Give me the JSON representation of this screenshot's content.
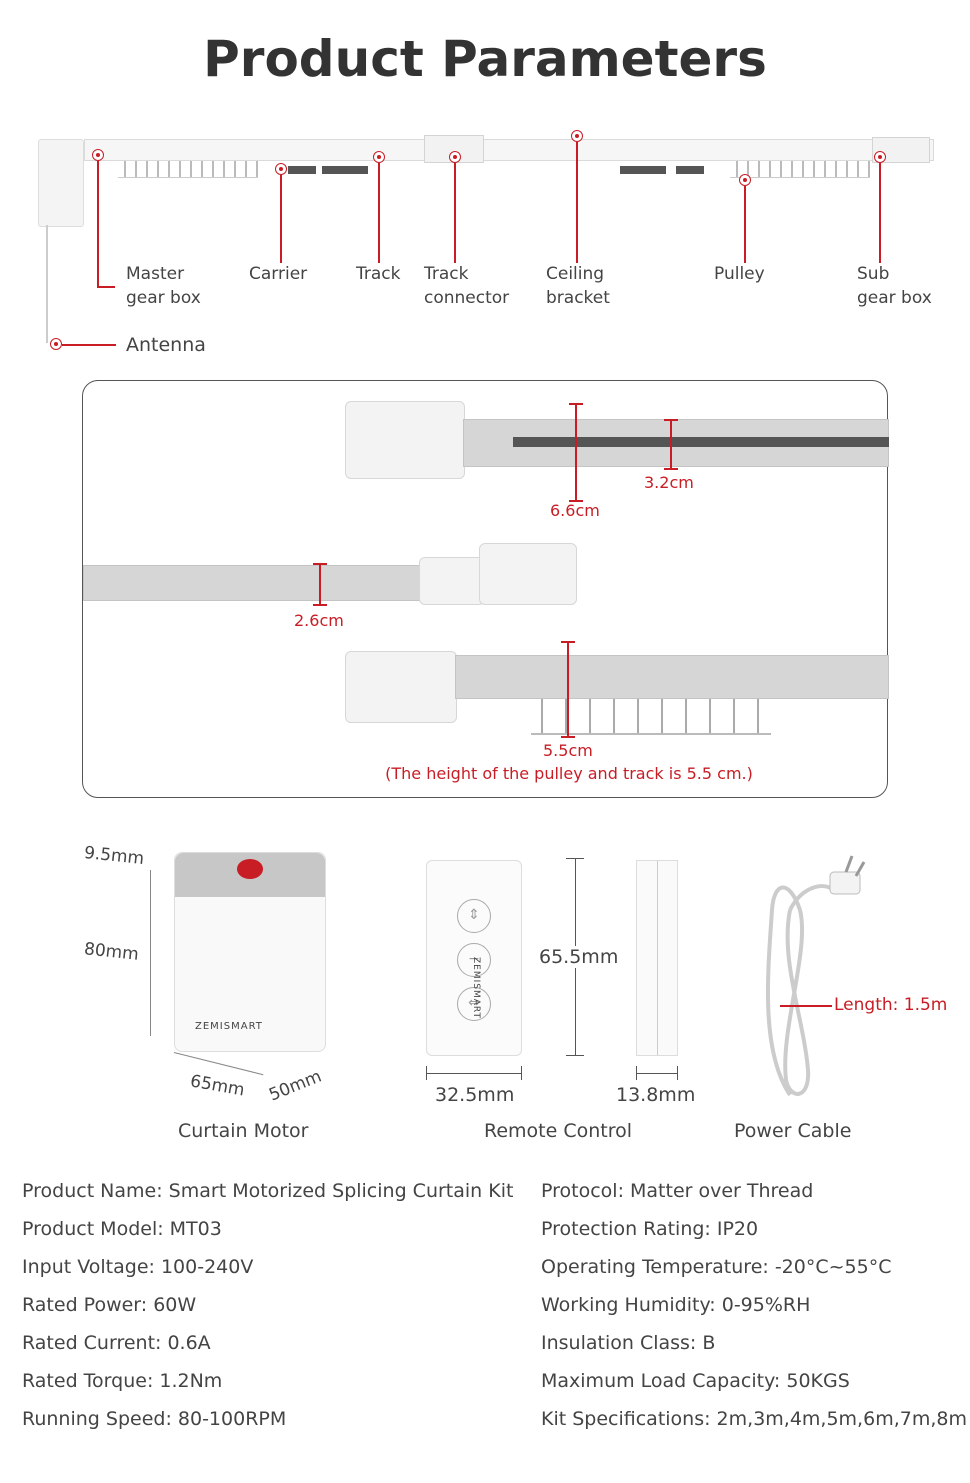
{
  "title": "Product Parameters",
  "components": {
    "master_gear_box": [
      "Master",
      "gear box"
    ],
    "carrier": "Carrier",
    "track": "Track",
    "track_connector": [
      "Track",
      "connector"
    ],
    "ceiling_bracket": [
      "Ceiling",
      "bracket"
    ],
    "pulley": "Pulley",
    "sub_gear_box": [
      "Sub",
      "gear box"
    ],
    "antenna": "Antenna"
  },
  "dimensions": {
    "d1": "6.6cm",
    "d2": "3.2cm",
    "d3": "2.6cm",
    "d4": "5.5cm",
    "note": "(The height of the pulley and track is 5.5 cm.)"
  },
  "products": {
    "motor": {
      "caption": "Curtain Motor",
      "top": "9.5mm",
      "height": "80mm",
      "width": "65mm",
      "depth": "50mm",
      "brand": "ZEMISMART"
    },
    "remote": {
      "caption": "Remote Control",
      "height": "65.5mm",
      "width": "32.5mm",
      "thickness": "13.8mm",
      "brand": "ZEMISMART"
    },
    "cable": {
      "caption": "Power Cable",
      "length": "Length: 1.5m"
    }
  },
  "specs_left": [
    "Product Name: Smart Motorized Splicing Curtain Kit",
    "Product Model: MT03",
    "Input Voltage: 100-240V",
    "Rated Power: 60W",
    "Rated Current: 0.6A",
    "Rated Torque: 1.2Nm",
    "Running Speed: 80-100RPM"
  ],
  "specs_right": [
    "Protocol: Matter over Thread",
    "Protection Rating: IP20",
    "Operating Temperature: -20°C~55°C",
    "Working Humidity: 0-95%RH",
    "Insulation Class: B",
    "Maximum Load Capacity: 50KGS",
    "Kit Specifications: 2m,3m,4m,5m,6m,7m,8m"
  ],
  "colors": {
    "accent": "#c81d25",
    "text": "#444444",
    "title": "#333333"
  }
}
